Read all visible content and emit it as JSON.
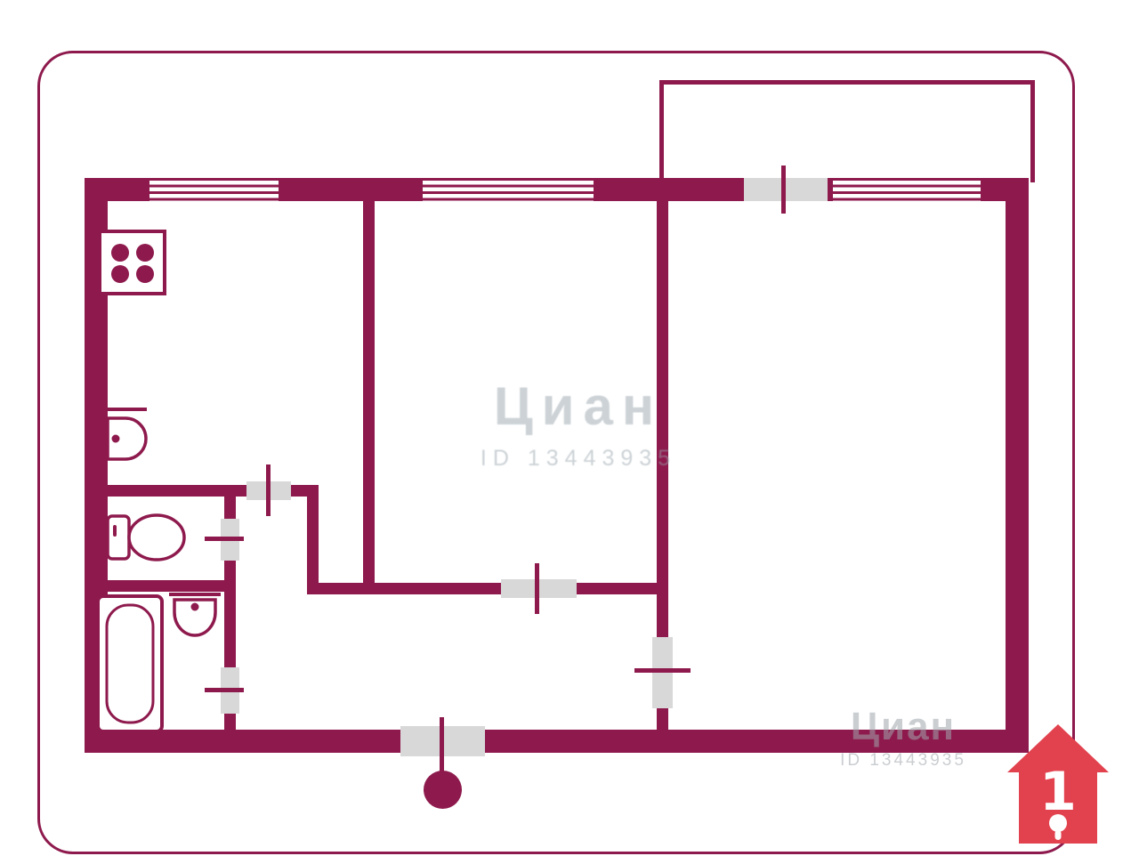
{
  "colors": {
    "wall": "#8e1a4d",
    "door": "#d8d8d8",
    "background": "#ffffff",
    "logo_red": "#e2424e",
    "watermark_gray": "#9aa6ad"
  },
  "watermarks": {
    "center_brand": "Циан",
    "center_id": "ID 13443935",
    "corner_brand": "Циан",
    "corner_id": "ID 13443935"
  },
  "logo": {
    "number": "1"
  },
  "icons": [
    "stove-icon",
    "kitchen-sink-icon",
    "toilet-icon",
    "bathtub-icon",
    "washbasin-icon",
    "entrance-knob-icon",
    "cian-house-logo",
    "keyhole-icon"
  ]
}
